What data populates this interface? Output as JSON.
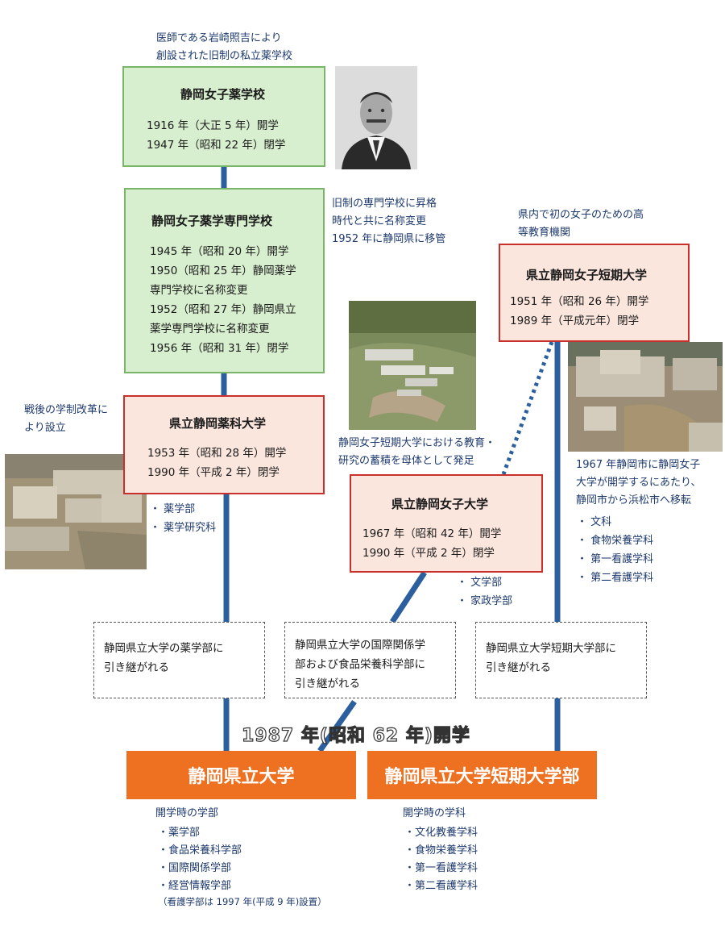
{
  "notes": {
    "founder": "医師である岩崎照吉により\n創設された旧制の私立薬学校",
    "senmon": "旧制の専門学校に昇格\n時代と共に名称変更\n1952 年に静岡県に移管",
    "postwar": "戦後の学制改革に\nより設立",
    "tanki_origin": "県内で初の女子のための高\n等教育機関",
    "joshi_origin": "静岡女子短期大学における教育・\n研究の蓄積を母体として発足",
    "move": "1967 年静岡市に静岡女子\n大学が開学するにあたり、\n静岡市から浜松市へ移転"
  },
  "boxes": {
    "yakugakko": {
      "title": "静岡女子薬学校",
      "lines": "1916 年（大正 5 年）開学\n1947 年（昭和 22 年）閉学"
    },
    "senmon": {
      "title": "静岡女子薬学専門学校",
      "lines": "1945 年（昭和 20 年）開学\n1950（昭和 25 年）静岡薬学\n専門学校に名称変更\n1952（昭和 27 年）静岡県立\n薬学専門学校に名称変更\n1956 年（昭和 31 年）閉学"
    },
    "yakka": {
      "title": "県立静岡薬科大学",
      "lines": "1953 年（昭和 28 年）開学\n1990 年（平成 2 年）閉学"
    },
    "joshi_tanki": {
      "title": "県立静岡女子短期大学",
      "lines": "1951 年（昭和 26 年）開学\n1989 年（平成元年）閉学"
    },
    "joshi_daigaku": {
      "title": "県立静岡女子大学",
      "lines": "1967 年（昭和 42 年）開学\n1990 年（平成 2 年）閉学"
    }
  },
  "lists": {
    "yakka_depts": [
      "・ 薬学部",
      "・ 薬学研究科"
    ],
    "joshi_depts": [
      "・ 文学部",
      "・ 家政学部"
    ],
    "tanki_depts": [
      "・ 文科",
      "・ 食物栄養学科",
      "・ 第一看護学科",
      "・ 第二看護学科"
    ]
  },
  "transfer": {
    "left": "静岡県立大学の薬学部に\n引き継がれる",
    "middle": "静岡県立大学の国際関係学\n部および食品栄養科学部に\n引き継がれる",
    "right": "静岡県立大学短期大学部に\n引き継がれる"
  },
  "opening_year": "1987 年(昭和 62 年)開学",
  "final": {
    "university": "静岡県立大学",
    "junior_college": "静岡県立大学短期大学部"
  },
  "university_depts": {
    "heading": "開学時の学部",
    "items": [
      "・薬学部",
      "・食品栄養科学部",
      "・国際関係学部",
      "・経営情報学部"
    ],
    "footnote": "（看護学部は 1997 年(平成 9 年)設置）"
  },
  "college_depts": {
    "heading": "開学時の学科",
    "items": [
      "・文化教養学科",
      "・食物栄養学科",
      "・第一看護学科",
      "・第二看護学科"
    ]
  },
  "colors": {
    "line": "#2c5f9e",
    "green_fill": "#d8efcf",
    "red_border": "#c9302c",
    "orange": "#ee7121"
  }
}
